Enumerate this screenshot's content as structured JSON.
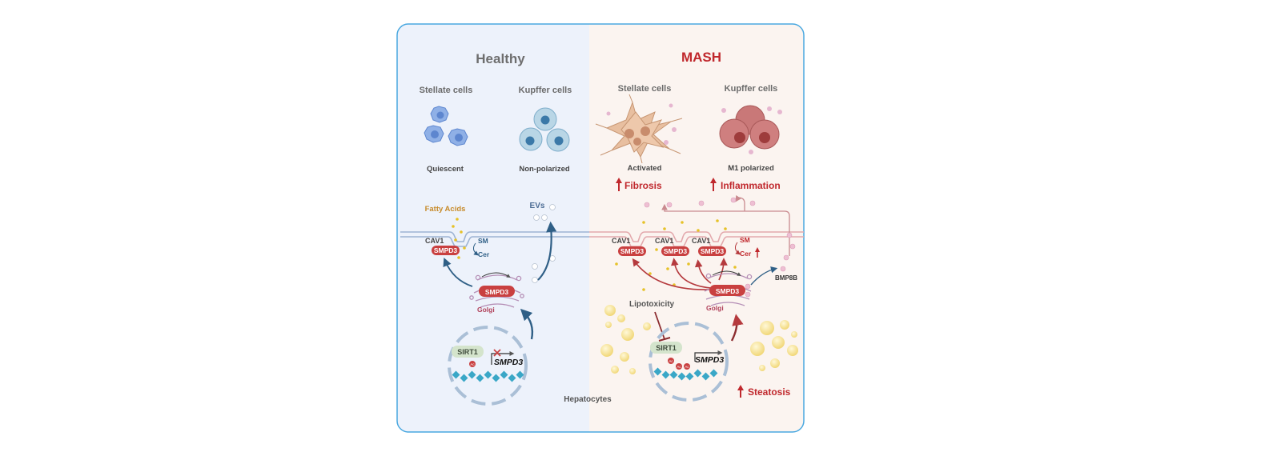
{
  "healthy": {
    "title": "Healthy",
    "stellate_title": "Stellate cells",
    "kupffer_title": "Kupffer cells",
    "stellate_state": "Quiescent",
    "kupffer_state": "Non-polarized",
    "fatty_acids": "Fatty Acids",
    "evs": "EVs",
    "cav1": "CAV1",
    "smpd3": "SMPD3",
    "sm": "SM",
    "cer": "Cer",
    "golgi": "Golgi",
    "sirt1": "SIRT1",
    "ac": "Ac",
    "gene": "SMPD3"
  },
  "mash": {
    "title": "MASH",
    "stellate_title": "Stellate cells",
    "kupffer_title": "Kupffer cells",
    "stellate_state": "Activated",
    "kupffer_state": "M1 polarized",
    "fibrosis": "Fibrosis",
    "inflammation": "Inflammation",
    "cav1": "CAV1",
    "smpd3": "SMPD3",
    "sm": "SM",
    "cer": "Cer",
    "bmp8b": "BMP8B",
    "golgi": "Golgi",
    "lipotoxicity": "Lipotoxicity",
    "sirt1": "SIRT1",
    "ac": "Ac",
    "gene": "SMPD3",
    "steatosis": "Steatosis"
  },
  "hepatocytes": "Hepatocytes",
  "colors": {
    "healthy_bg": "#edf2fb",
    "mash_bg": "#fbf4f0",
    "border": "#4aa8e0",
    "healthy_title": "#6e6e6e",
    "mash_red": "#c0282d",
    "smpd3_red": "#c94040",
    "arrow_blue": "#2f5f86",
    "membrane_blue": "#9db3d3",
    "membrane_red": "#e3a9ad",
    "lipid_yellow": "#f3dc8a"
  }
}
